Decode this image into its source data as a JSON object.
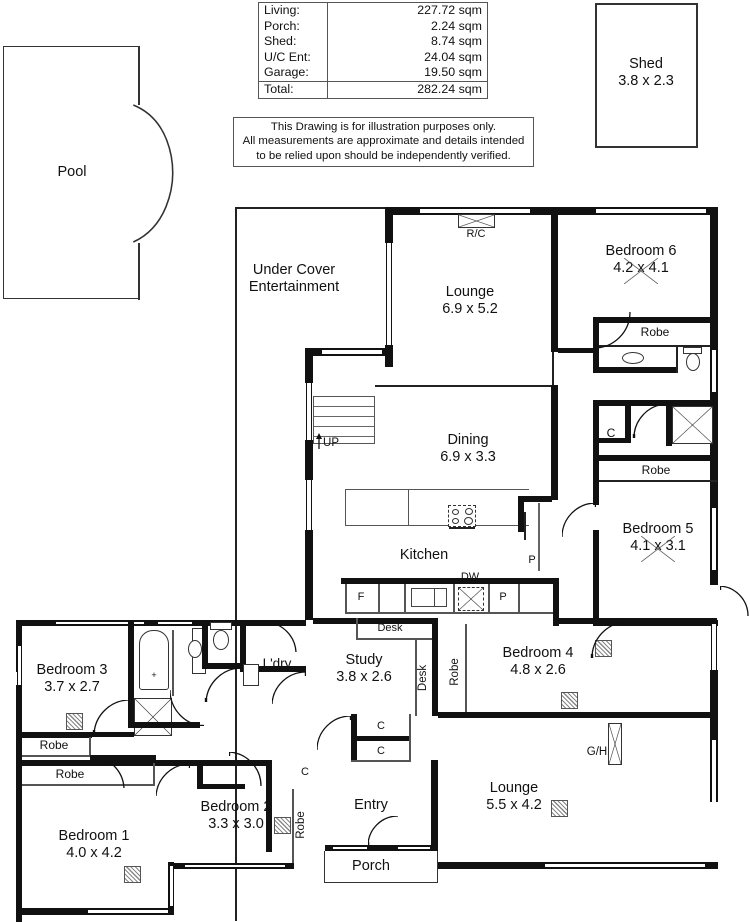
{
  "area_table": {
    "rows": [
      {
        "label": "Living:",
        "value": "227.72 sqm"
      },
      {
        "label": "Porch:",
        "value": "2.24 sqm"
      },
      {
        "label": "Shed:",
        "value": "8.74 sqm"
      },
      {
        "label": "U/C Ent:",
        "value": "24.04 sqm"
      },
      {
        "label": "Garage:",
        "value": "19.50 sqm"
      }
    ],
    "total": {
      "label": "Total:",
      "value": "282.24 sqm"
    }
  },
  "disclaimer": {
    "line1": "This Drawing is for illustration purposes only.",
    "line2": "All measurements are approximate and details intended",
    "line3": "to be relied upon should be independently verified."
  },
  "outbuildings": {
    "pool": {
      "name": "Pool"
    },
    "shed": {
      "name": "Shed",
      "dim": "3.8 x 2.3"
    }
  },
  "rooms": {
    "under_cover": {
      "line1": "Under Cover",
      "line2": "Entertainment"
    },
    "lounge_main": {
      "name": "Lounge",
      "dim": "6.9 x 5.2"
    },
    "dining": {
      "name": "Dining",
      "dim": "6.9 x 3.3"
    },
    "kitchen": {
      "name": "Kitchen"
    },
    "study": {
      "name": "Study",
      "dim": "3.8 x 2.6"
    },
    "entry": {
      "name": "Entry"
    },
    "porch": {
      "name": "Porch"
    },
    "laundry": {
      "name": "L'dry"
    },
    "lounge_front": {
      "name": "Lounge",
      "dim": "5.5 x 4.2"
    },
    "bedroom1": {
      "name": "Bedroom 1",
      "dim": "4.0 x 4.2"
    },
    "bedroom2": {
      "name": "Bedroom 2",
      "dim": "3.3 x 3.0"
    },
    "bedroom3": {
      "name": "Bedroom 3",
      "dim": "3.7 x 2.7"
    },
    "bedroom4": {
      "name": "Bedroom 4",
      "dim": "4.8 x 2.6"
    },
    "bedroom5": {
      "name": "Bedroom 5",
      "dim": "4.1 x 3.1"
    },
    "bedroom6": {
      "name": "Bedroom 6",
      "dim": "4.2 x 4.1"
    }
  },
  "annotations": {
    "rc_unit": "R/C",
    "stairs_up": "UP",
    "robe_b6": "Robe",
    "robe_b5": "Robe",
    "robe_b3": "Robe",
    "robe_b1": "Robe",
    "robe_b4": "Robe",
    "robe_b2": "Robe",
    "desk_top": "Desk",
    "desk_side": "Desk",
    "cupboard_b5": "C",
    "cupboard_hall_top": "C",
    "cupboard_hall_bottom": "C",
    "cupboard_entry": "C",
    "fridge": "F",
    "dishwasher": "DW",
    "pantry_lower": "P",
    "pantry_upper": "P",
    "gas_heater": "G/H"
  },
  "colors": {
    "wall": "#111111",
    "thin_line": "#555555",
    "paper": "#ffffff",
    "text": "#111111"
  }
}
